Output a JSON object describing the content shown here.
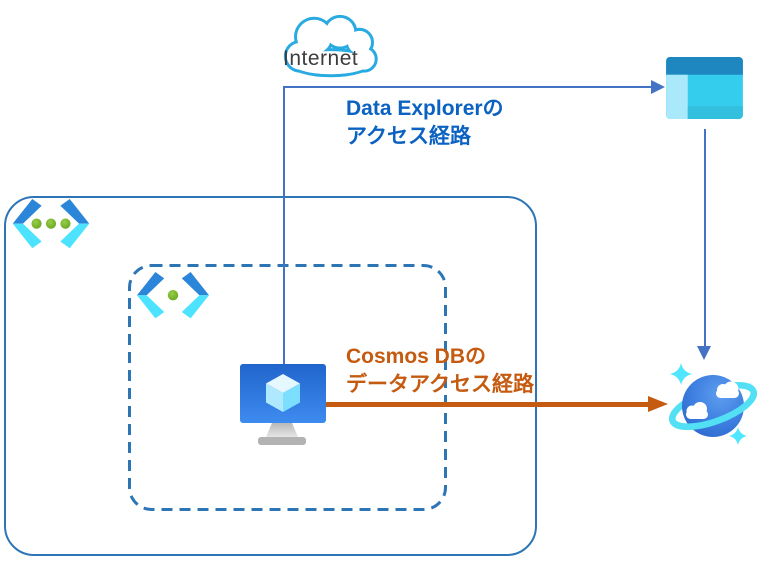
{
  "internet": {
    "label": "Internet",
    "icon": "internet-cloud-icon",
    "cloud_outline_color": "#29ABE2"
  },
  "data_explorer_route": {
    "label_line1": "Data Explorerの",
    "label_line2": "アクセス経路",
    "text_color": "#0B62C1",
    "arrow_color": "#4472C4",
    "target_icon": "data-explorer-browser-icon"
  },
  "cosmos_route": {
    "label_line1": "Cosmos DBの",
    "label_line2": "データアクセス経路",
    "text_color": "#C55A11",
    "arrow_color": "#C55A11",
    "target_icon": "cosmos-db-icon"
  },
  "virtual_network": {
    "icon": "virtual-network-icon",
    "border_color": "#2E75B6",
    "border_style": "solid"
  },
  "subnet": {
    "icon": "subnet-icon",
    "border_color": "#2E75B6",
    "border_style": "dashed"
  },
  "virtual_machine": {
    "icon": "virtual-machine-icon"
  }
}
